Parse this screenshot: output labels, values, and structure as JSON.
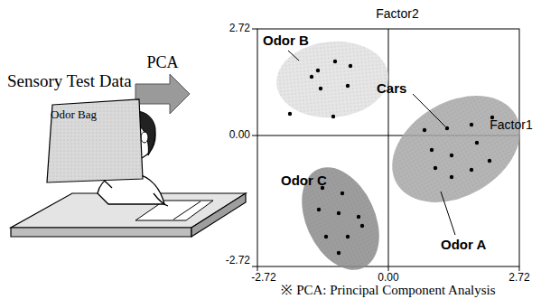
{
  "diagram": {
    "caption": "※ PCA: Principal Component Analysis",
    "nodes": [
      {
        "text": [
          "Odor Bag"
        ]
      },
      {
        "text": [
          "Odor B"
        ]
      },
      {
        "text": [
          "Odor A"
        ]
      },
      {
        "text": [
          "Odor C"
        ]
      }
    ],
    "labels": [
      "Sensory Test Data",
      "PCA",
      "Factor2",
      "Factor1",
      "2.72",
      "0.00",
      "-2.72",
      "-2.72",
      "0.00",
      "2.72",
      "Cars"
    ]
  }
}
